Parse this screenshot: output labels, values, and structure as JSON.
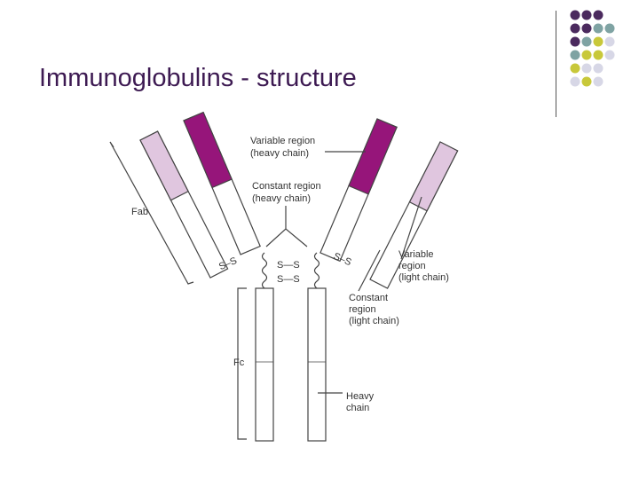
{
  "slide": {
    "title": "Immunoglobulins - structure"
  },
  "decoration": {
    "dot_colors": [
      "#4b2a5e",
      "#7fa3a3",
      "#c8c83a",
      "#d7d7e6"
    ]
  },
  "colors": {
    "variable_heavy": "#96157a",
    "variable_light": "#e0c6df",
    "outline": "#444444",
    "title": "#3d1a52"
  },
  "diagram": {
    "labels": {
      "variable_heavy_1": "Variable region",
      "variable_heavy_2": "(heavy chain)",
      "constant_heavy_1": "Constant region",
      "constant_heavy_2": "(heavy chain)",
      "fab": "Fab",
      "variable_light_1": "Variable",
      "variable_light_2": "region",
      "variable_light_3": "(light chain)",
      "constant_light_1": "Constant",
      "constant_light_2": "region",
      "constant_light_3": "(light chain)",
      "fc": "Fc",
      "heavy_1": "Heavy",
      "heavy_2": "chain",
      "ss_left": "S–S",
      "ss_mid_top": "S—S",
      "ss_mid_bottom": "S—S",
      "ss_right": "S–S"
    }
  }
}
